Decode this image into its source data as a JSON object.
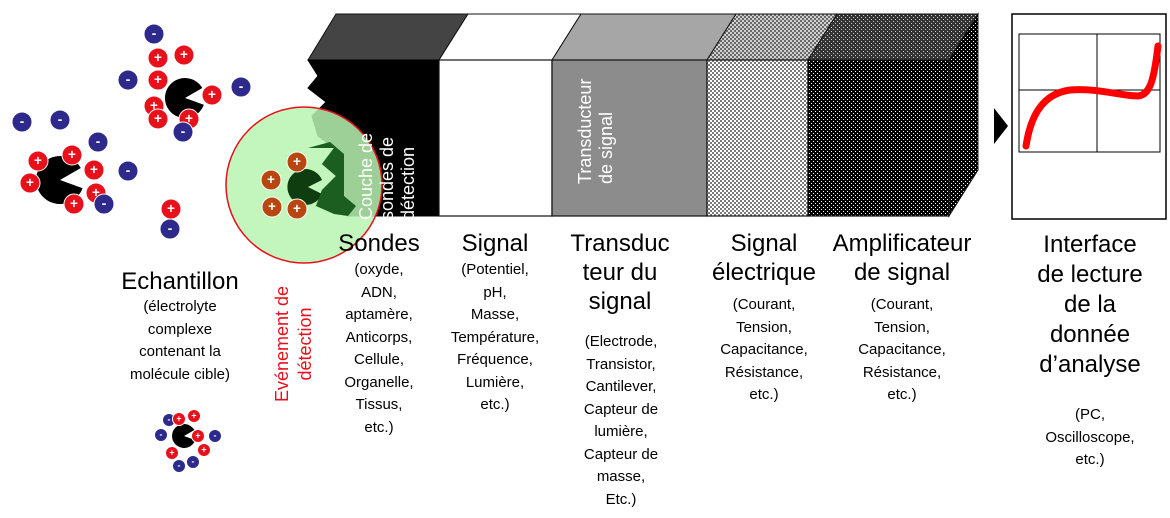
{
  "sample": {
    "title": "Echantillon",
    "desc": "(électrolyte\ncomplexe\ncontenant la\nmolécule cible)"
  },
  "detection_event": "Evénement de\ndétection",
  "blocks": {
    "probes_layer": "Couche de\nsondes de\ndétection",
    "transducer": "Transducteur\nde signal"
  },
  "stages": [
    {
      "title": "Sondes",
      "desc": "(oxyde,\nADN,\naptamère,\nAnticorps,\nCellule,\nOrganelle,\nTissus,\netc.)"
    },
    {
      "title": "Signal",
      "desc": "(Potentiel,\npH,\nMasse,\nTempérature,\nFréquence,\nLumière,\netc.)"
    },
    {
      "title": "Transduc\nteur du\nsignal",
      "desc": "(Electrode,\nTransistor,\nCantilever,\nCapteur de\nlumière,\nCapteur de\nmasse,\nEtc.)"
    },
    {
      "title": "Signal\nélectrique",
      "desc": "(Courant,\nTension,\nCapacitance,\nRésistance,\netc.)"
    },
    {
      "title": "Amplificateur\nde signal",
      "desc": "(Courant,\nTension,\nCapacitance,\nRésistance,\netc.)"
    },
    {
      "title": "Interface\nde lecture\nde la\ndonnée\nd’analyse",
      "desc": "(PC,\nOscilloscope,\netc.)"
    }
  ],
  "ion_signs": {
    "positive": "+",
    "negative": "-"
  },
  "colors": {
    "positive_ion": "#e8101a",
    "negative_ion": "#2d2a8c",
    "bound_ion": "#b8470f",
    "detection_zone": "#b9f4b0",
    "detection_outline": "#e8101a",
    "curve": "#ff0000",
    "probe_layer": "#000000",
    "transducer": "#8c8c8c"
  }
}
